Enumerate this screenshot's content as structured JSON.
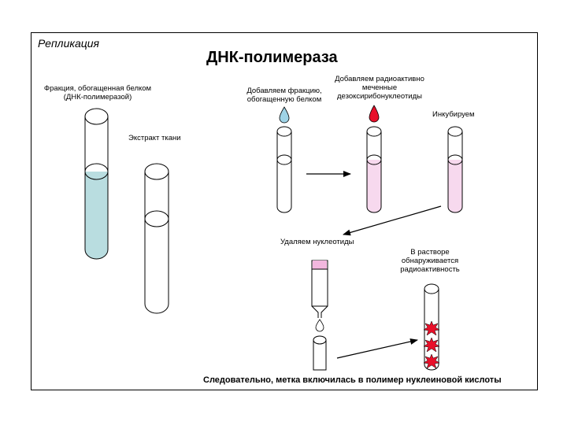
{
  "corner_title": "Репликация",
  "main_title": "ДНК-полимераза",
  "labels": {
    "fraction_line1": "Фракция, обогащенная белком",
    "fraction_line2": "(ДНК-полимеразой)",
    "extract": "Экстракт ткани",
    "add_fraction_line1": "Добавляем фракцию,",
    "add_fraction_line2": "обогащенную белком",
    "add_radio_line1": "Добавляем радиоактивно",
    "add_radio_line2": "меченные",
    "add_radio_line3": "дезоксирибонуклеотиды",
    "incubate": "Инкубируем",
    "remove": "Удаляем нуклеотиды",
    "solution_line1": "В растворе",
    "solution_line2": "обнаруживается",
    "solution_line3": "радиоактивность",
    "conclusion": "Следовательно, метка включилась в полимер нуклеиновой кислоты"
  },
  "colors": {
    "protein_fraction": "#b9dde0",
    "radioactive_drop": "#e8102a",
    "protein_drop": "#9fd3e6",
    "pink_solution": "#f7d9ee",
    "filter_band": "#f2b7de",
    "label_burst": "#e8102a"
  }
}
